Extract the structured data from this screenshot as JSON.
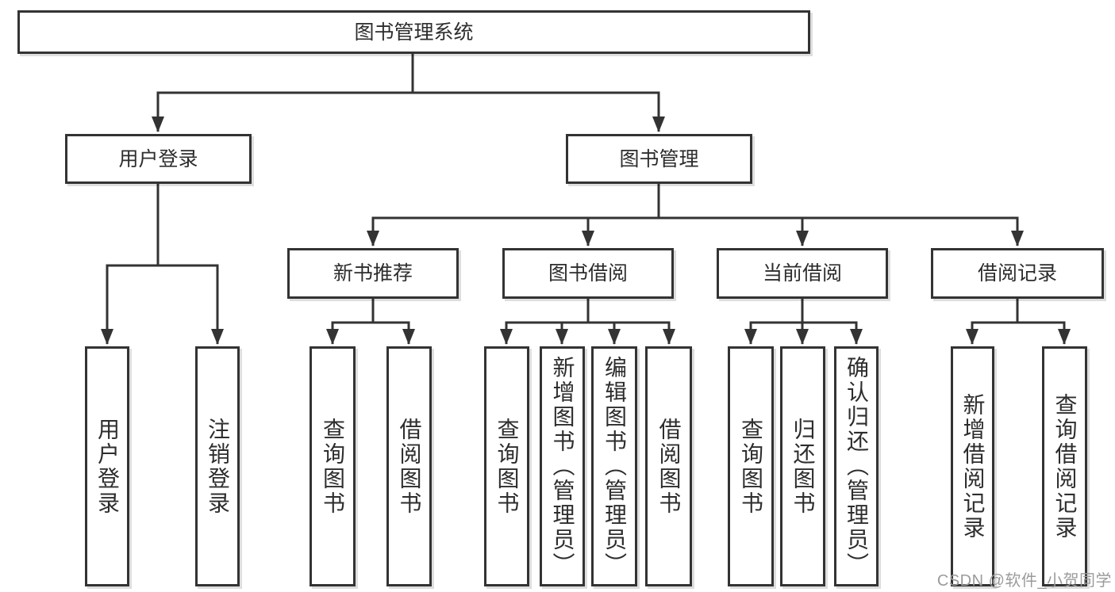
{
  "tree": {
    "root": {
      "label": "图书管理系统"
    },
    "branches": [
      {
        "label": "用户登录",
        "children": [
          {
            "label": "用户登录"
          },
          {
            "label": "注销登录"
          }
        ]
      },
      {
        "label": "图书管理",
        "children": [
          {
            "label": "新书推荐",
            "children": [
              {
                "label": "查询图书"
              },
              {
                "label": "借阅图书"
              }
            ]
          },
          {
            "label": "图书借阅",
            "children": [
              {
                "label": "查询图书"
              },
              {
                "label": "新增图书（管理员）"
              },
              {
                "label": "编辑图书（管理员）"
              },
              {
                "label": "借阅图书"
              }
            ]
          },
          {
            "label": "当前借阅",
            "children": [
              {
                "label": "查询图书"
              },
              {
                "label": "归还图书"
              },
              {
                "label": "确认归还（管理员）"
              }
            ]
          },
          {
            "label": "借阅记录",
            "children": [
              {
                "label": "新增借阅记录"
              },
              {
                "label": "查询借阅记录"
              }
            ]
          }
        ]
      }
    ]
  },
  "watermark": {
    "text": "CSDN @软件_小贺同学"
  },
  "colors": {
    "line": "#333333",
    "ink": "#2d2d2d",
    "watermark": "#9b9b9b",
    "background": "#ffffff"
  }
}
